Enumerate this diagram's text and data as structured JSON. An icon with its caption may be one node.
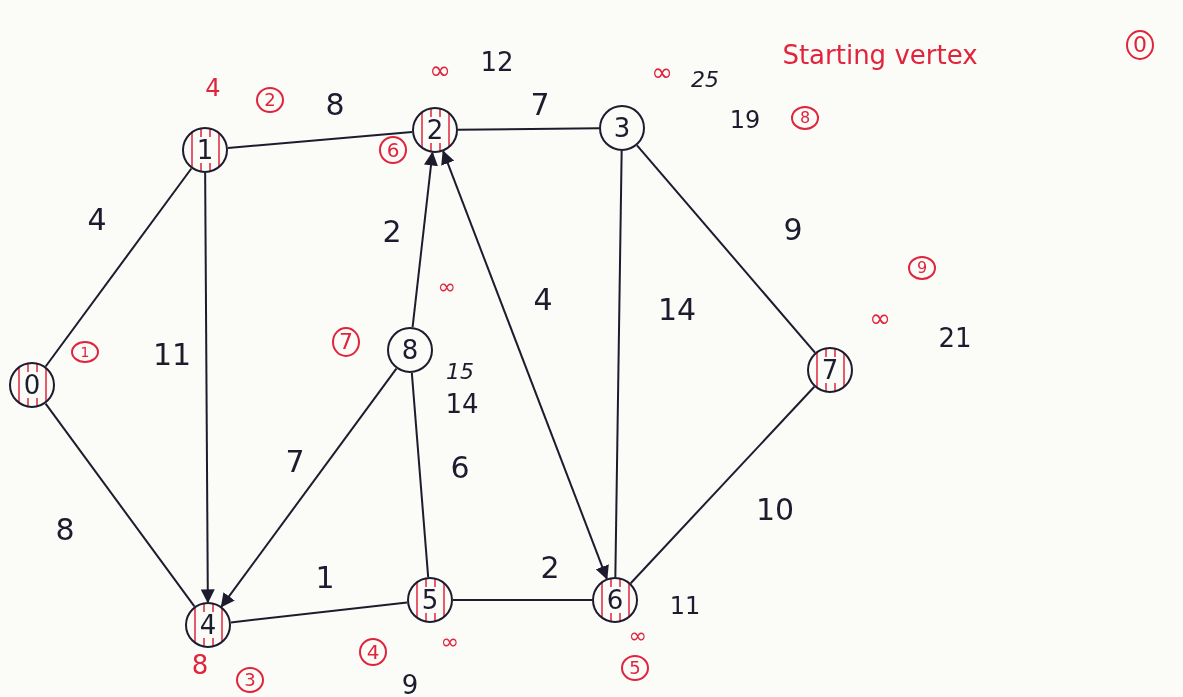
{
  "diagram": {
    "nodes": [
      {
        "text": [
          "0"
        ]
      },
      {
        "text": [
          "1"
        ]
      },
      {
        "text": [
          "2"
        ]
      },
      {
        "text": [
          "3"
        ]
      },
      {
        "text": [
          "8"
        ]
      },
      {
        "text": [
          "7"
        ]
      },
      {
        "text": [
          "4"
        ]
      },
      {
        "text": [
          "5"
        ]
      },
      {
        "text": [
          "6"
        ]
      }
    ],
    "edges": [
      {
        "from": 0,
        "to": 1,
        "arrow": "none",
        "label": "4"
      },
      {
        "from": 0,
        "to": 6,
        "arrow": "none",
        "label": "8"
      },
      {
        "from": 1,
        "to": 2,
        "arrow": "none",
        "label": "8"
      },
      {
        "from": 1,
        "to": 6,
        "arrow": "to",
        "label": "11"
      },
      {
        "from": 2,
        "to": 3,
        "arrow": "none",
        "label": "7"
      },
      {
        "from": 4,
        "to": 2,
        "arrow": "to",
        "label": "2"
      },
      {
        "from": 2,
        "to": 8,
        "arrow": "both",
        "label": "4"
      },
      {
        "from": 3,
        "to": 8,
        "arrow": "none",
        "label": "14"
      },
      {
        "from": 3,
        "to": 5,
        "arrow": "none",
        "label": "9"
      },
      {
        "from": 4,
        "to": 6,
        "arrow": "to",
        "label": "7"
      },
      {
        "from": 4,
        "to": 7,
        "arrow": "none",
        "label": "6"
      },
      {
        "from": 6,
        "to": 7,
        "arrow": "none",
        "label": "1"
      },
      {
        "from": 7,
        "to": 8,
        "arrow": "none",
        "label": "2"
      },
      {
        "from": 8,
        "to": 5,
        "arrow": "none",
        "label": "10"
      }
    ],
    "labels": [
      "Starting vertex",
      "0",
      "12",
      "∞",
      "25",
      "4",
      "2",
      "∞",
      "19",
      "8",
      "6",
      "9",
      "∞",
      "∞",
      "21",
      "1",
      "7",
      "15",
      "14",
      "∞",
      "11",
      "4",
      "∞",
      "8",
      "3",
      "5",
      "9"
    ]
  }
}
